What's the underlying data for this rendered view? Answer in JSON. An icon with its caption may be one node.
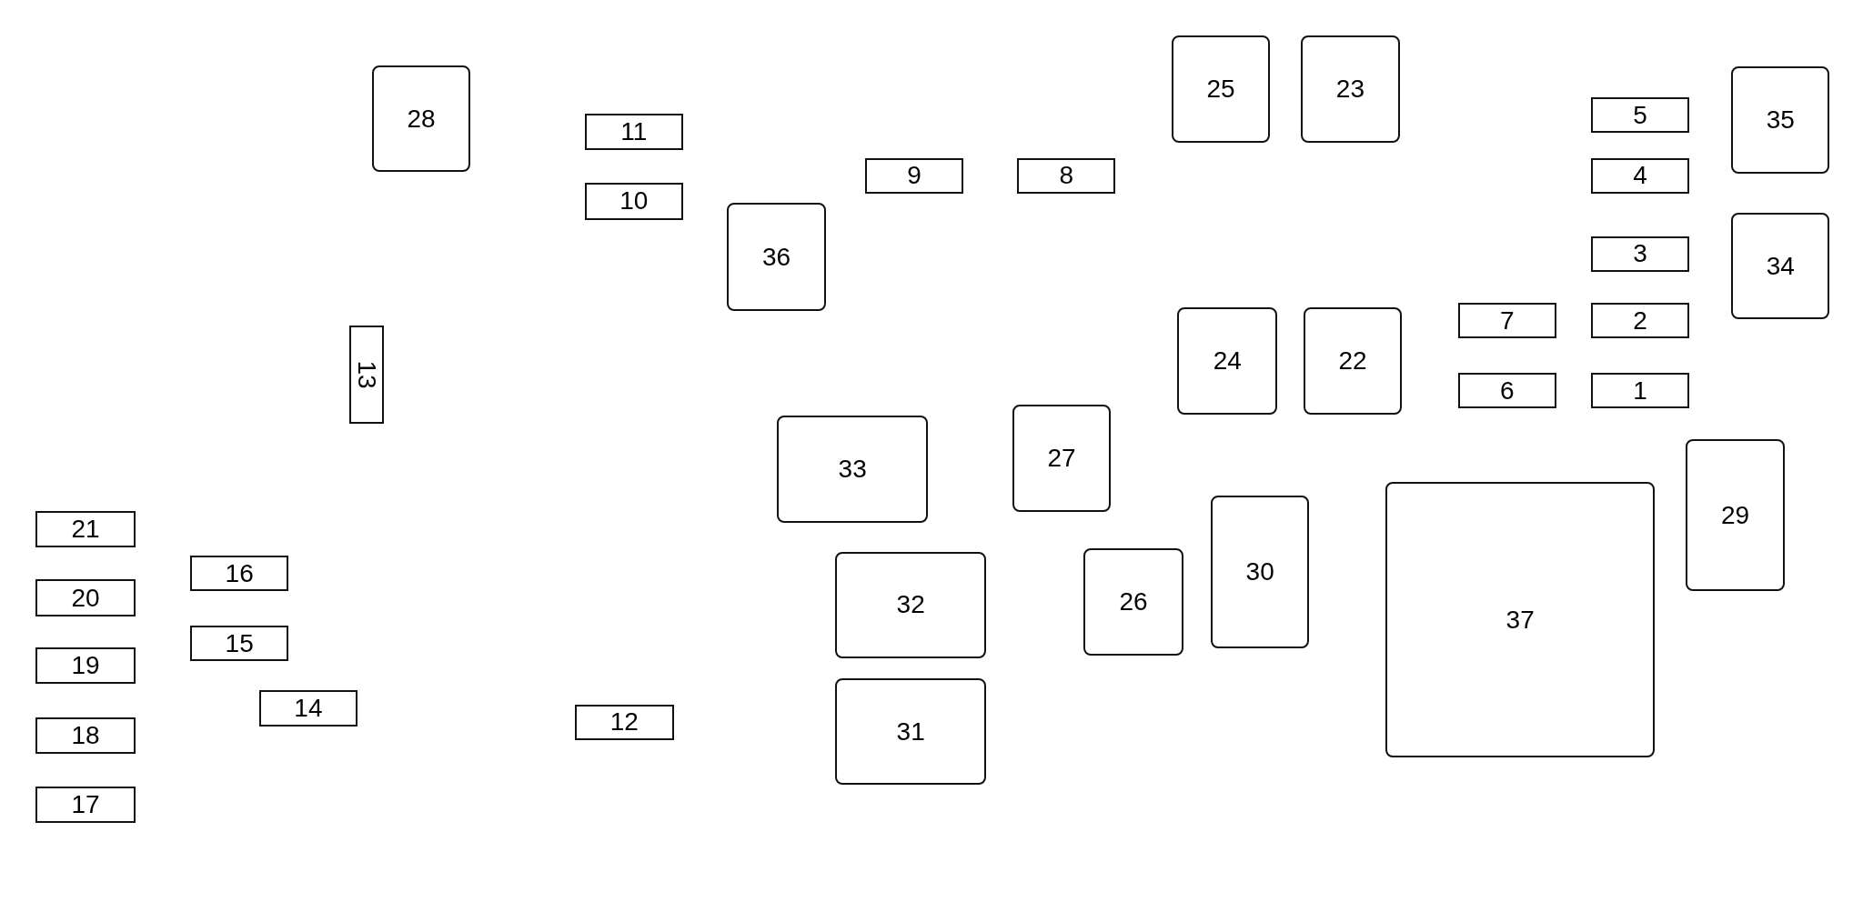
{
  "diagram": {
    "nodes": [
      {
        "text": [
          "1"
        ]
      },
      {
        "text": [
          "2"
        ]
      },
      {
        "text": [
          "3"
        ]
      },
      {
        "text": [
          "4"
        ]
      },
      {
        "text": [
          "5"
        ]
      },
      {
        "text": [
          "6"
        ]
      },
      {
        "text": [
          "7"
        ]
      },
      {
        "text": [
          "8"
        ]
      },
      {
        "text": [
          "9"
        ]
      },
      {
        "text": [
          "10"
        ]
      },
      {
        "text": [
          "11"
        ]
      },
      {
        "text": [
          "12"
        ]
      },
      {
        "text": [
          "13"
        ]
      },
      {
        "text": [
          "14"
        ]
      },
      {
        "text": [
          "15"
        ]
      },
      {
        "text": [
          "16"
        ]
      },
      {
        "text": [
          "17"
        ]
      },
      {
        "text": [
          "18"
        ]
      },
      {
        "text": [
          "19"
        ]
      },
      {
        "text": [
          "20"
        ]
      },
      {
        "text": [
          "21"
        ]
      },
      {
        "text": [
          "22"
        ]
      },
      {
        "text": [
          "23"
        ]
      },
      {
        "text": [
          "24"
        ]
      },
      {
        "text": [
          "25"
        ]
      },
      {
        "text": [
          "26"
        ]
      },
      {
        "text": [
          "27"
        ]
      },
      {
        "text": [
          "28"
        ]
      },
      {
        "text": [
          "29"
        ]
      },
      {
        "text": [
          "30"
        ]
      },
      {
        "text": [
          "31"
        ]
      },
      {
        "text": [
          "32"
        ]
      },
      {
        "text": [
          "33"
        ]
      },
      {
        "text": [
          "34"
        ]
      },
      {
        "text": [
          "35"
        ]
      },
      {
        "text": [
          "36"
        ]
      },
      {
        "text": [
          "37"
        ]
      }
    ]
  }
}
